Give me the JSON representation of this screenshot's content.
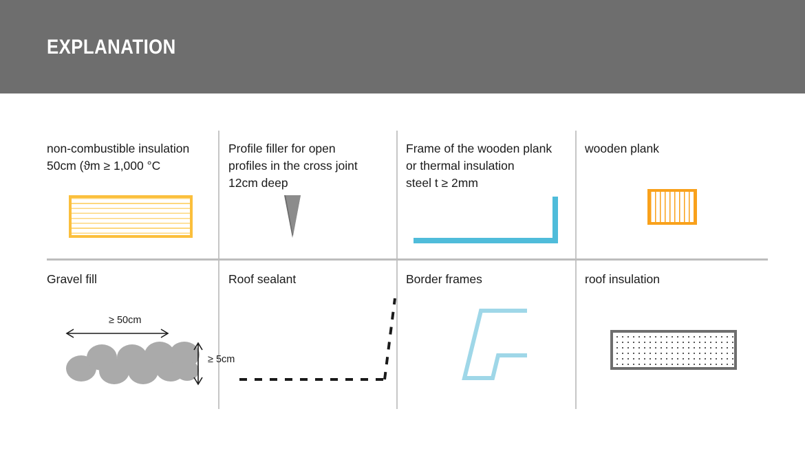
{
  "header": {
    "title": "EXPLANATION",
    "bg_color": "#6e6e6e",
    "text_color": "#ffffff"
  },
  "colors": {
    "amber": "#fbbf3c",
    "orange": "#f9a11b",
    "cyan": "#4fbcda",
    "cyan_light": "#9fd7e8",
    "gray_fill": "#8c8c8c",
    "gray_border": "#6b6b6b",
    "divider": "#c6c6c6",
    "text": "#1a1a1a"
  },
  "legend": {
    "rows": [
      {
        "cells": [
          {
            "label": "non-combustible insulation\n50cm (ϑm ≥ 1,000 °C",
            "art": "striped-insulation-block"
          },
          {
            "label": "Profile filler for open\nprofiles in the cross joint\n12cm deep",
            "art": "gray-trapezoid-filler"
          },
          {
            "label": "Frame of the wooden plank\nor thermal insulation\nsteel t ≥ 2mm",
            "art": "cyan-l-frame"
          },
          {
            "label": "wooden plank",
            "art": "orange-hatched-plank"
          }
        ]
      },
      {
        "cells": [
          {
            "label": "Gravel fill",
            "art": "gravel-with-dimensions",
            "dimensions": {
              "width_label": "≥ 50cm",
              "height_label": "≥ 5cm"
            }
          },
          {
            "label": "Roof sealant",
            "art": "dashed-l-line"
          },
          {
            "label": "Border frames",
            "art": "cyan-f-profile"
          },
          {
            "label": "roof insulation",
            "art": "dotted-insulation-panel"
          }
        ]
      }
    ]
  }
}
